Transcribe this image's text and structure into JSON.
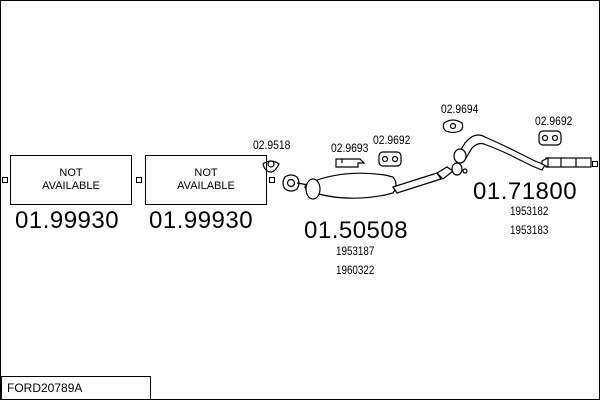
{
  "document": {
    "code": "FORD20789A"
  },
  "sections": [
    {
      "box_line1": "NOT",
      "box_line2": "AVAILABLE",
      "part_number": "01.99930"
    },
    {
      "box_line1": "NOT",
      "box_line2": "AVAILABLE",
      "part_number": "01.99930"
    },
    {
      "part_number": "01.50508",
      "refs": [
        "1953187",
        "1960322"
      ]
    },
    {
      "part_number": "01.71800",
      "refs": [
        "1953182",
        "1953183"
      ]
    }
  ],
  "fittings": [
    {
      "number": "02.9518",
      "icon": "clamp-ring-icon"
    },
    {
      "number": "02.9693",
      "icon": "mounting-bracket-icon"
    },
    {
      "number": "02.9692",
      "icon": "rubber-hanger-icon"
    },
    {
      "number": "02.9694",
      "icon": "gasket-icon"
    },
    {
      "number": "02.9692",
      "icon": "rubber-hanger-icon"
    }
  ]
}
